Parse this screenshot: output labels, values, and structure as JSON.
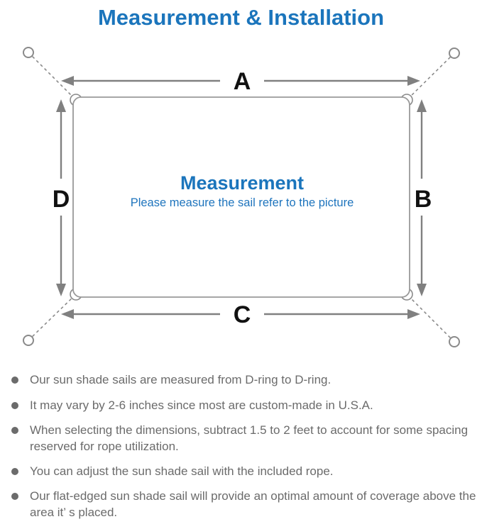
{
  "title": "Measurement & Installation",
  "colors": {
    "accent_blue": "#1b75bc",
    "diagram_gray": "#8a8a8a",
    "body_text_gray": "#6b6b6b"
  },
  "diagram": {
    "labels": {
      "top": "A",
      "right": "B",
      "bottom": "C",
      "left": "D"
    },
    "center_title": "Measurement",
    "center_subtitle": "Please measure the sail refer to the picture"
  },
  "notes": [
    "Our sun shade sails are measured from D-ring to D-ring.",
    "It may vary by 2-6 inches since most are custom-made in U.S.A.",
    "When selecting the dimensions, subtract 1.5 to 2 feet to account for some spacing reserved for rope utilization.",
    "You can adjust the sun shade sail with the included rope.",
    "Our flat-edged sun shade sail will provide an optimal amount of coverage above the area it’ s placed."
  ]
}
